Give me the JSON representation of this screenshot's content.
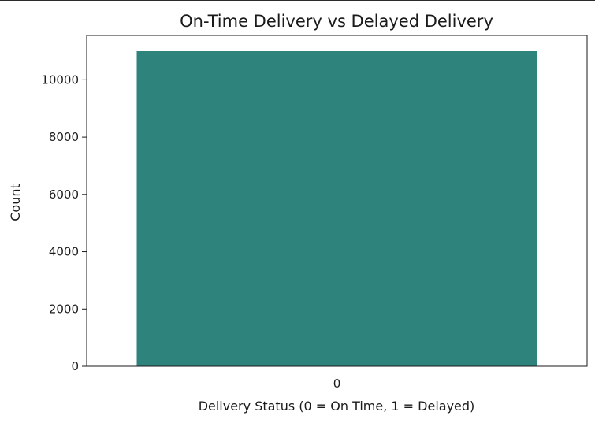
{
  "chart_data": {
    "type": "bar",
    "title": "On-Time Delivery vs Delayed Delivery",
    "xlabel": "Delivery Status (0 = On Time, 1 = Delayed)",
    "ylabel": "Count",
    "categories": [
      "0"
    ],
    "values": [
      11000
    ],
    "ylim": [
      0,
      11550
    ],
    "yticks": [
      0,
      2000,
      4000,
      6000,
      8000,
      10000
    ],
    "ytick_labels": [
      "0",
      "2000",
      "4000",
      "6000",
      "8000",
      "10000"
    ],
    "grid": false,
    "legend": "none",
    "bar_color": "#2e847d"
  }
}
